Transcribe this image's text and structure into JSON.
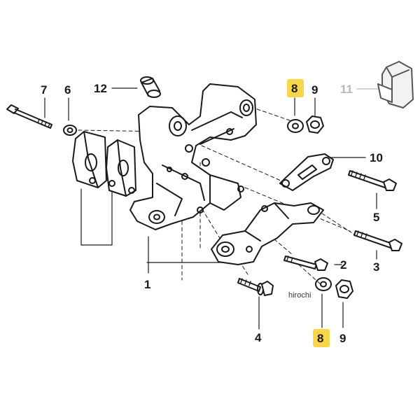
{
  "diagram": {
    "callouts": {
      "c1": "1",
      "c2": "2",
      "c3": "3",
      "c4": "4",
      "c5": "5",
      "c6": "6",
      "c7": "7",
      "c8_top": "8",
      "c8_bottom": "8",
      "c9_top": "9",
      "c9_bottom": "9",
      "c10": "10",
      "c11": "11",
      "c12": "12"
    },
    "highlight_color": "#f7d64a",
    "muted_callout_color": "#b8b8b8",
    "watermark": "hirochi"
  }
}
